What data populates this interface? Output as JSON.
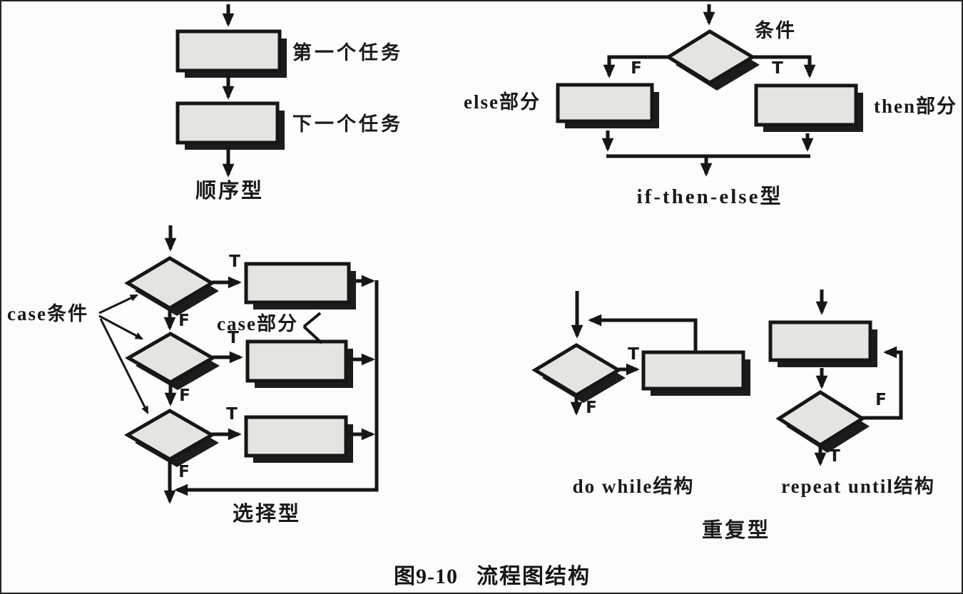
{
  "figure": {
    "caption_number": "图9-10",
    "caption_title": "流程图结构"
  },
  "sequence": {
    "first_task_label": "第一个任务",
    "next_task_label": "下一个任务",
    "section_label": "顺序型"
  },
  "if_then_else": {
    "condition_label": "条件",
    "false_label": "F",
    "true_label": "T",
    "else_label": "else部分",
    "then_label": "then部分",
    "section_label": "if-then-else型"
  },
  "case_structure": {
    "condition_label": "case条件",
    "part_label": "case部分",
    "true_labels": [
      "T",
      "T",
      "T"
    ],
    "false_labels": [
      "F",
      "F",
      "F"
    ],
    "section_label": "选择型"
  },
  "repetition": {
    "do_while": {
      "true_label": "T",
      "false_label": "F",
      "label": "do while结构"
    },
    "repeat_until": {
      "false_label": "F",
      "true_label": "T",
      "label": "repeat until结构"
    },
    "section_label": "重复型"
  },
  "colors": {
    "ink": "#161616",
    "shape_fill": "#e6e4e0",
    "shadow": "#1c1c1c",
    "paper": "#fcfcfb"
  }
}
